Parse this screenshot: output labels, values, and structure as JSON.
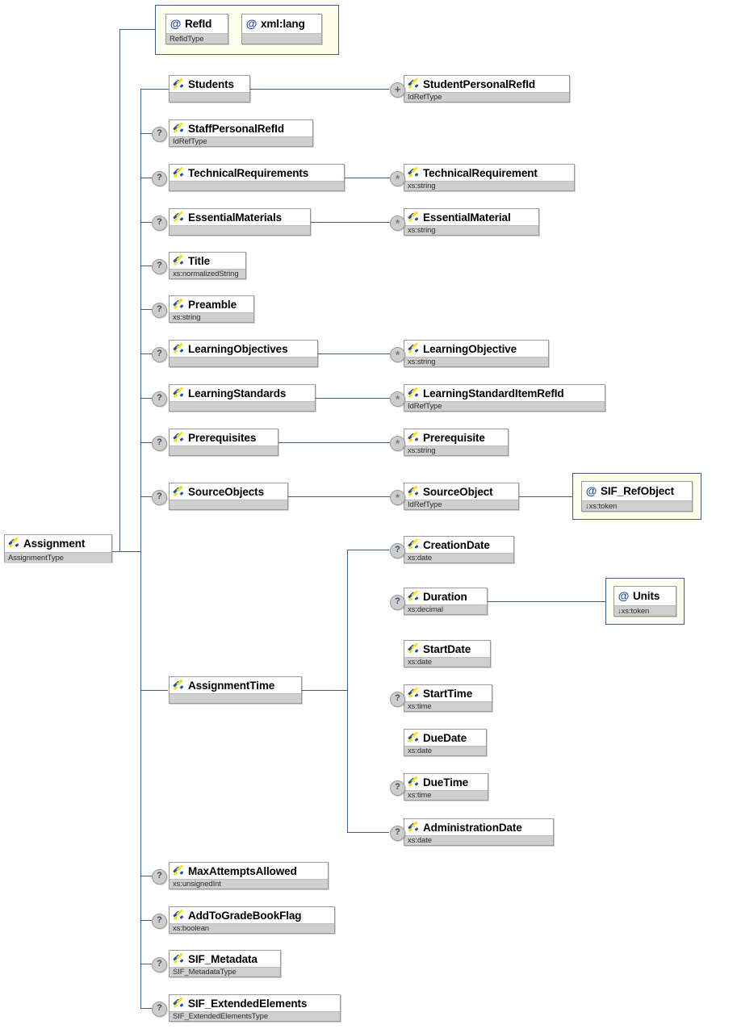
{
  "diagram": {
    "title": "Assignment",
    "kind": "xsd-schema-tree",
    "colors": {
      "line": "#3a6089",
      "node_border": "#9a9a9a",
      "name_bg": "#ffffff",
      "type_bg": "#cfcfcf",
      "attr_group_bg": "#fdfdec",
      "icon_blue": "#1f4e9c",
      "icon_yellow": "#f2e11c"
    }
  },
  "root": {
    "label": "Assignment",
    "type": "AssignmentType",
    "icon": "element-icon",
    "badge": ""
  },
  "attribute_group": {
    "items": [
      {
        "label": "RefId",
        "type": "RefIdType",
        "icon": "at-icon",
        "badge": ""
      },
      {
        "label": "xml:lang",
        "type": "",
        "icon": "at-icon",
        "badge": ""
      }
    ]
  },
  "children": [
    {
      "label": "Students",
      "type": "",
      "icon": "element-icon",
      "badge": ""
    },
    {
      "label": "StaffPersonalRefId",
      "type": "IdRefType",
      "icon": "element-icon",
      "badge": "?"
    },
    {
      "label": "TechnicalRequirements",
      "type": "",
      "icon": "element-icon",
      "badge": "?"
    },
    {
      "label": "EssentialMaterials",
      "type": "",
      "icon": "element-icon",
      "badge": "?"
    },
    {
      "label": "Title",
      "type": "xs:normalizedString",
      "icon": "element-icon",
      "badge": "?"
    },
    {
      "label": "Preamble",
      "type": "xs:string",
      "icon": "element-icon",
      "badge": "?"
    },
    {
      "label": "LearningObjectives",
      "type": "",
      "icon": "element-icon",
      "badge": "?"
    },
    {
      "label": "LearningStandards",
      "type": "",
      "icon": "element-icon",
      "badge": "?"
    },
    {
      "label": "Prerequisites",
      "type": "",
      "icon": "element-icon",
      "badge": "?"
    },
    {
      "label": "SourceObjects",
      "type": "",
      "icon": "element-icon",
      "badge": "?"
    },
    {
      "label": "AssignmentTime",
      "type": "",
      "icon": "element-icon",
      "badge": ""
    },
    {
      "label": "MaxAttemptsAllowed",
      "type": "xs:unsignedInt",
      "icon": "element-icon",
      "badge": "?"
    },
    {
      "label": "AddToGradeBookFlag",
      "type": "xs:boolean",
      "icon": "element-icon",
      "badge": "?"
    },
    {
      "label": "SIF_Metadata",
      "type": "SIF_MetadataType",
      "icon": "element-icon",
      "badge": "?"
    },
    {
      "label": "SIF_ExtendedElements",
      "type": "SIF_ExtendedElementsType",
      "icon": "element-icon",
      "badge": "?"
    }
  ],
  "grandchildren": [
    {
      "label": "StudentPersonalRefId",
      "type": "IdRefType",
      "icon": "element-icon",
      "badge": "+"
    },
    {
      "label": "TechnicalRequirement",
      "type": "xs:string",
      "icon": "element-icon",
      "badge": "*"
    },
    {
      "label": "EssentialMaterial",
      "type": "xs:string",
      "icon": "element-icon",
      "badge": "*"
    },
    {
      "label": "LearningObjective",
      "type": "xs:string",
      "icon": "element-icon",
      "badge": "*"
    },
    {
      "label": "LearningStandardItemRefId",
      "type": "IdRefType",
      "icon": "element-icon",
      "badge": "*"
    },
    {
      "label": "Prerequisite",
      "type": "xs:string",
      "icon": "element-icon",
      "badge": "*"
    },
    {
      "label": "SourceObject",
      "type": "IdRefType",
      "icon": "element-icon",
      "badge": "*"
    }
  ],
  "assignment_time_children": [
    {
      "label": "CreationDate",
      "type": "xs:date",
      "icon": "element-icon",
      "badge": "?"
    },
    {
      "label": "Duration",
      "type": "xs:decimal",
      "icon": "element-icon",
      "badge": "?"
    },
    {
      "label": "StartDate",
      "type": "xs:date",
      "icon": "element-icon",
      "badge": ""
    },
    {
      "label": "StartTime",
      "type": "xs:time",
      "icon": "element-icon",
      "badge": "?"
    },
    {
      "label": "DueDate",
      "type": "xs:date",
      "icon": "element-icon",
      "badge": ""
    },
    {
      "label": "DueTime",
      "type": "xs:time",
      "icon": "element-icon",
      "badge": "?"
    },
    {
      "label": "AdministrationDate",
      "type": "xs:date",
      "icon": "element-icon",
      "badge": "?"
    }
  ],
  "leaf_attributes": [
    {
      "label": "SIF_RefObject",
      "type": "↓xs:token",
      "icon": "at-icon",
      "badge": ""
    },
    {
      "label": "Units",
      "type": "↓xs:token",
      "icon": "at-icon",
      "badge": ""
    }
  ]
}
